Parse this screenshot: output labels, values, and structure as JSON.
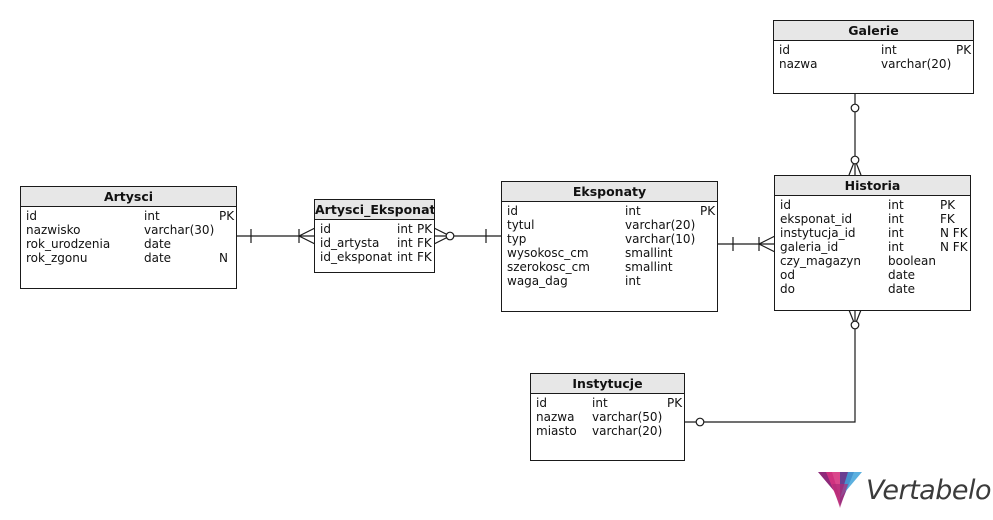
{
  "entities": {
    "galerie": {
      "title": "Galerie",
      "rows": [
        {
          "name": "id",
          "type": "int",
          "key": "PK"
        },
        {
          "name": "nazwa",
          "type": "varchar(20)",
          "key": ""
        }
      ]
    },
    "artysci": {
      "title": "Artysci",
      "rows": [
        {
          "name": "id",
          "type": "int",
          "key": "PK"
        },
        {
          "name": "nazwisko",
          "type": "varchar(30)",
          "key": ""
        },
        {
          "name": "rok_urodzenia",
          "type": "date",
          "key": ""
        },
        {
          "name": "rok_zgonu",
          "type": "date",
          "key": "N"
        }
      ]
    },
    "artysci_eksponat": {
      "title": "Artysci_Eksponat",
      "rows": [
        {
          "name": "id",
          "type": "int",
          "key": "PK"
        },
        {
          "name": "id_artysta",
          "type": "int",
          "key": "FK"
        },
        {
          "name": "id_eksponat",
          "type": "int",
          "key": "FK"
        }
      ]
    },
    "eksponaty": {
      "title": "Eksponaty",
      "rows": [
        {
          "name": "id",
          "type": "int",
          "key": "PK"
        },
        {
          "name": "tytul",
          "type": "varchar(20)",
          "key": ""
        },
        {
          "name": "typ",
          "type": "varchar(10)",
          "key": ""
        },
        {
          "name": "wysokosc_cm",
          "type": "smallint",
          "key": ""
        },
        {
          "name": "szerokosc_cm",
          "type": "smallint",
          "key": ""
        },
        {
          "name": "waga_dag",
          "type": "int",
          "key": ""
        }
      ]
    },
    "historia": {
      "title": "Historia",
      "rows": [
        {
          "name": "id",
          "type": "int",
          "key": "PK"
        },
        {
          "name": "eksponat_id",
          "type": "int",
          "key": "FK"
        },
        {
          "name": "instytucja_id",
          "type": "int",
          "key": "N FK"
        },
        {
          "name": "galeria_id",
          "type": "int",
          "key": "N FK"
        },
        {
          "name": "czy_magazyn",
          "type": "boolean",
          "key": ""
        },
        {
          "name": "od",
          "type": "date",
          "key": ""
        },
        {
          "name": "do",
          "type": "date",
          "key": ""
        }
      ]
    },
    "instytucje": {
      "title": "Instytucje",
      "rows": [
        {
          "name": "id",
          "type": "int",
          "key": "PK"
        },
        {
          "name": "nazwa",
          "type": "varchar(50)",
          "key": ""
        },
        {
          "name": "miasto",
          "type": "varchar(20)",
          "key": ""
        }
      ]
    }
  },
  "relationships": [
    {
      "from": "artysci",
      "to": "artysci_eksponat",
      "from_end": "one-mandatory",
      "to_end": "many-mandatory"
    },
    {
      "from": "artysci_eksponat",
      "to": "eksponaty",
      "from_end": "many-optional",
      "to_end": "one-mandatory"
    },
    {
      "from": "eksponaty",
      "to": "historia",
      "from_end": "one-mandatory",
      "to_end": "many-mandatory"
    },
    {
      "from": "galerie",
      "to": "historia",
      "from_end": "one-optional",
      "to_end": "many-optional"
    },
    {
      "from": "instytucje",
      "to": "historia",
      "from_end": "one-optional",
      "to_end": "many-optional"
    }
  ],
  "branding": {
    "logo_text": "Vertabelo",
    "logo_colors": [
      "#8e2a7a",
      "#d6337f",
      "#3fa2d9",
      "#5a2a86"
    ]
  },
  "colors": {
    "header_bg": "#e7e7e7",
    "border": "#1a1a1a",
    "line": "#1a1a1a"
  }
}
